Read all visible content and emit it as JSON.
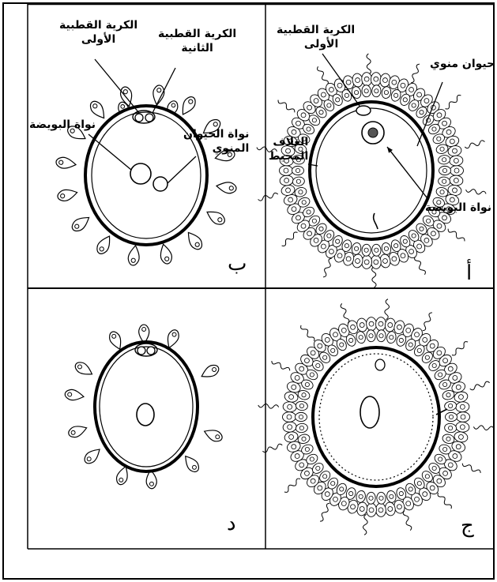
{
  "panels": {
    "a": {
      "letter": "أ",
      "labels": {
        "polar_first": [
          "الكرية القطبية",
          "الأولى"
        ],
        "sperm": [
          "حيوان منوي"
        ],
        "envelope": [
          "الغلاف",
          "المحيط"
        ],
        "egg_nucleus": [
          "نواة البويضة"
        ]
      }
    },
    "b": {
      "letter": "ب",
      "labels": {
        "polar_first": [
          "الكرية القطبية",
          "الأولى"
        ],
        "polar_second": [
          "الكرية القطبية",
          "الثانية"
        ],
        "egg_nucleus": [
          "نواة البويضة"
        ],
        "sperm_nucleus": [
          "نواة الحيوان",
          "المنوي"
        ]
      }
    },
    "c": {
      "letter": "ج"
    },
    "d": {
      "letter": "د"
    }
  }
}
